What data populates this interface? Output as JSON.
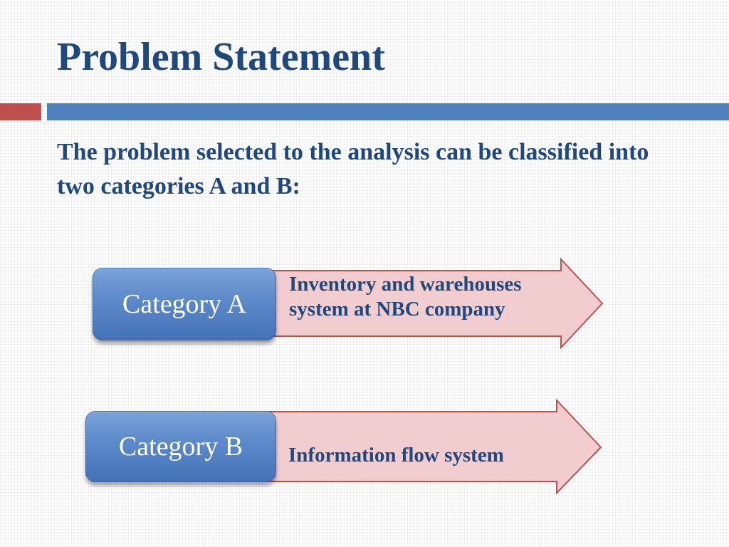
{
  "slide": {
    "title": "Problem Statement",
    "intro": "The problem selected to the analysis can be classified into two categories A and B:"
  },
  "categories": [
    {
      "label": "Category A",
      "description_lines": [
        "Inventory and warehouses",
        "system at NBC company"
      ]
    },
    {
      "label": "Category B",
      "description_lines": [
        "Information flow system"
      ]
    }
  ],
  "colors": {
    "title_text": "#1f497d",
    "accent_red": "#c0504d",
    "accent_blue": "#4f81bd",
    "box_fill": "#5b89c9",
    "arrow_fill": "#f2cdd0",
    "arrow_stroke": "#c0504d"
  }
}
